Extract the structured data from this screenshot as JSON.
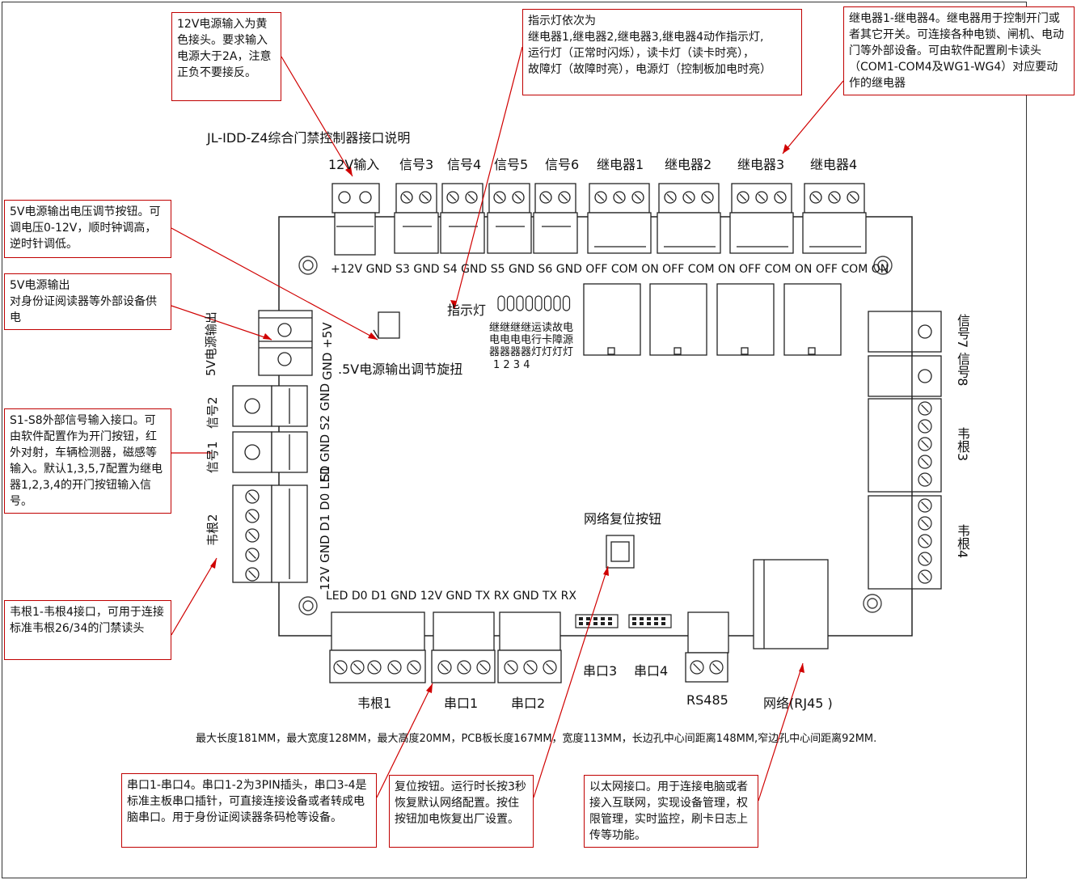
{
  "title": "JL-IDD-Z4综合门禁控制器接口说明",
  "dimensions_note": "最大长度181MM，最大宽度128MM，最大高度20MM，PCB板长度167MM，宽度113MM，长边孔中心间距离148MM,窄边孔中心间距离92MM.",
  "callouts": {
    "power12v": "12V电源输入为黄色接头。要求输入电源大于2A，注意正负不要接反。",
    "indicators": "指示灯依次为\n继电器1,继电器2,继电器3,继电器4动作指示灯,\n运行灯（正常时闪烁），读卡灯（读卡时亮），\n故障灯（故障时亮），电源灯（控制板加电时亮）",
    "relays": "继电器1-继电器4。继电器用于控制开门或者其它开关。可连接各种电锁、闸机、电动门等外部设备。可由软件配置刷卡读头（COM1-COM4及WG1-WG4）对应要动作的继电器",
    "adjust5v": "5V电源输出电压调节按钮。可调电压0-12V，顺时钟调高，逆时针调低。",
    "output5v": "5V电源输出\n对身份证阅读器等外部设备供电",
    "signals": "S1-S8外部信号输入接口。可由软件配置作为开门按钮，红外对射，车辆检测器，磁感等输入。默认1,3,5,7配置为继电器1,2,3,4的开门按钮输入信号。",
    "wiegand": "韦根1-韦根4接口，可用于连接标准韦根26/34的门禁读头",
    "serial": "串口1-串口4。串口1-2为3PIN插头，串口3-4是标准主板串口插针，可直接连接设备或者转成电脑串口。用于身份证阅读器条码枪等设备。",
    "reset": "复位按钮。运行时长按3秒恢复默认网络配置。按住按钮加电恢复出厂设置。",
    "ethernet": "以太网接口。用于连接电脑或者接入互联网，实现设备管理，权限管理，实时监控，刷卡日志上传等功能。"
  },
  "top_connectors": [
    "12V输入",
    "信号3",
    "信号4",
    "信号5",
    "信号6",
    "继电器1",
    "继电器2",
    "继电器3",
    "继电器4"
  ],
  "top_pins": "+12V GND   S3 GND S4 GND S5 GND S6 GND   OFF COM ON OFF COM ON   OFF COM ON OFF COM ON",
  "indicator_label": "指示灯",
  "indicator_names": [
    "继继继继运读故电",
    "电电电电行卡障源",
    "器器器器灯灯灯灯",
    "1 2  3 4"
  ],
  "left_labels": {
    "out5v": "5V电源输出",
    "out5v_pins": "GND +5V",
    "knob": ".5V电源输出调节旋扭",
    "sig2": "信号2",
    "sig1": "信号1",
    "sig_pins": "S1 GND S2 GND",
    "wg2": "韦根2",
    "wg2_pins": "12V GND D1 D0 LED"
  },
  "right_labels": {
    "sig7_8": "信号7 信号8",
    "wg3": "韦根3",
    "wg4": "韦根4"
  },
  "bottom_pins": "LED D0 D1 GND 12V GND TX RX GND TX RX",
  "reset_label": "网络复位按钮",
  "bottom_labels": {
    "wg1": "韦根1",
    "com1": "串口1",
    "com2": "串口2",
    "com3": "串口3",
    "com4": "串口4",
    "rs485": "RS485",
    "rj45": "网络(RJ45 )"
  }
}
